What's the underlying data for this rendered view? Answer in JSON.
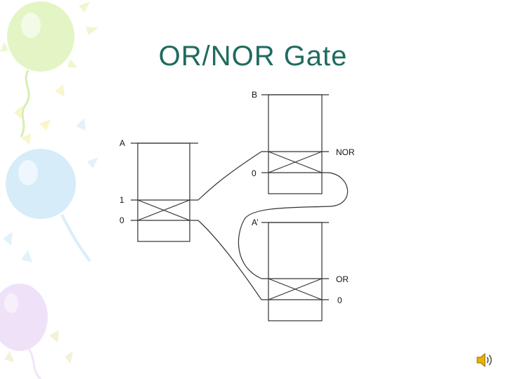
{
  "slide": {
    "title": "OR/NOR Gate"
  },
  "diagram": {
    "labels": {
      "input_a": "A",
      "input_b": "B",
      "a_prime": "A’",
      "a_one": "1",
      "a_zero": "0",
      "nor_output": "NOR",
      "nor_zero": "0",
      "or_output": "OR",
      "or_zero": "0"
    }
  },
  "icons": {
    "speaker": "speaker-icon"
  },
  "colors": {
    "title": "#1f6b5f",
    "line": "#333333"
  }
}
